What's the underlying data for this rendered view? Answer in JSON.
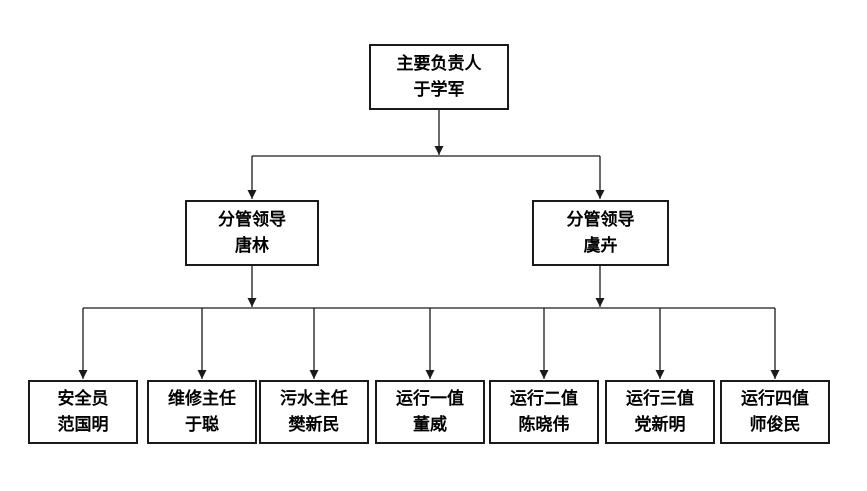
{
  "diagram": {
    "type": "org-chart",
    "root": {
      "title": "主要负责人",
      "name": "于学军"
    },
    "managers": [
      {
        "title": "分管领导",
        "name": "唐林"
      },
      {
        "title": "分管领导",
        "name": "虞卉"
      }
    ],
    "staff": [
      {
        "title": "安全员",
        "name": "范国明"
      },
      {
        "title": "维修主任",
        "name": "于聪"
      },
      {
        "title": "污水主任",
        "name": "樊新民"
      },
      {
        "title": "运行一值",
        "name": "董威"
      },
      {
        "title": "运行二值",
        "name": "陈晓伟"
      },
      {
        "title": "运行三值",
        "name": "党新明"
      },
      {
        "title": "运行四值",
        "name": "师俊民"
      }
    ],
    "colors": {
      "line": "#1a1a1a",
      "box_border": "#1a1a1a",
      "box_fill": "#ffffff",
      "text": "#000000",
      "background": "#ffffff"
    }
  }
}
